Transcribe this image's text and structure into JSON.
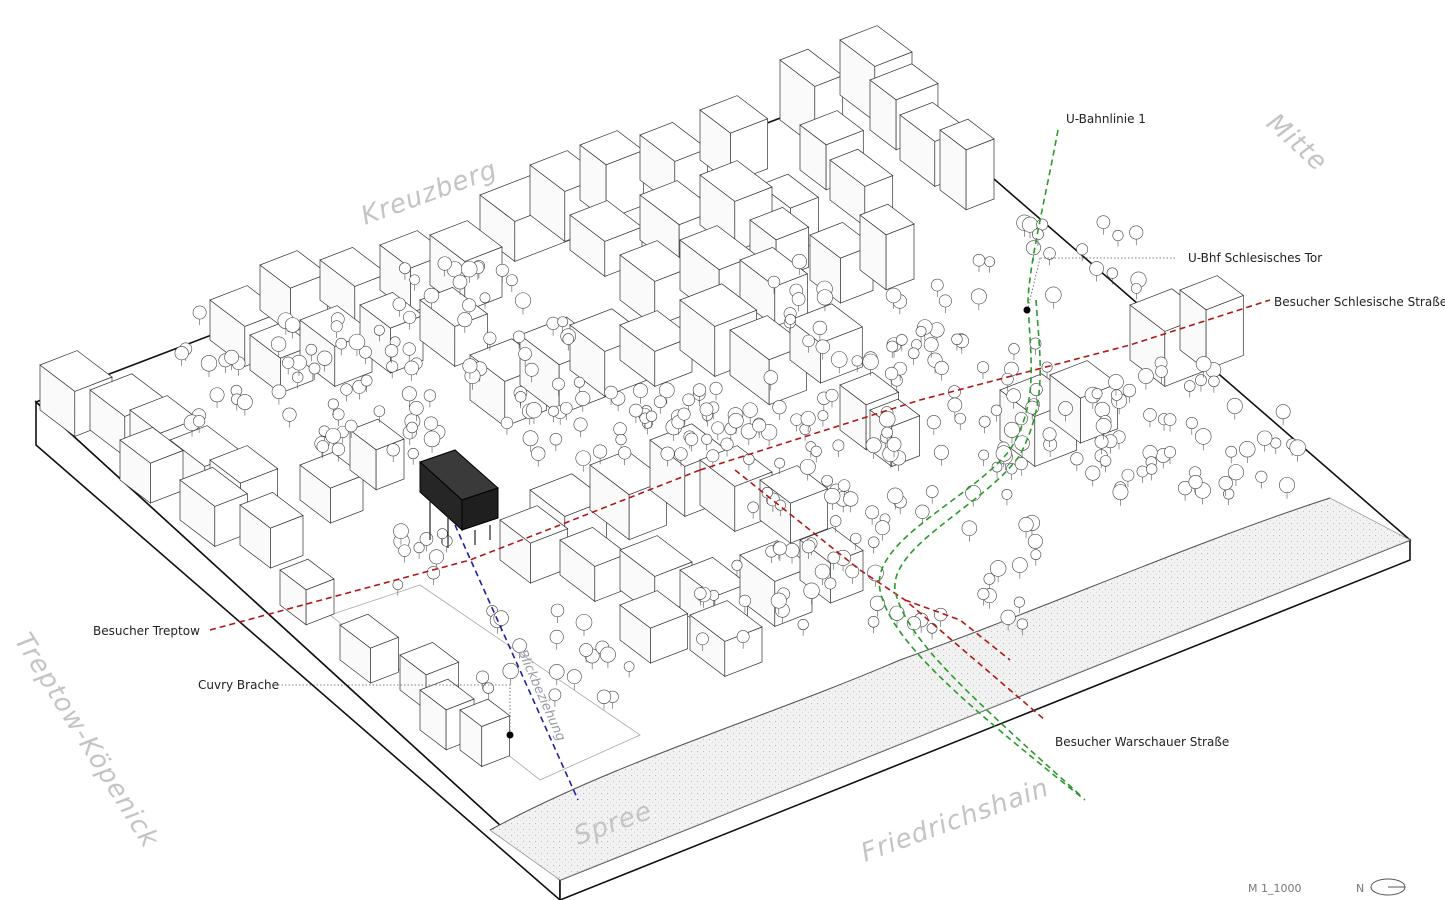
{
  "districts": {
    "kreuzberg": "Kreuzberg",
    "mitte": "Mitte",
    "treptow": "Treptow-Köpenick",
    "friedrichshain": "Friedrichshain",
    "spree": "Spree"
  },
  "annotations": {
    "u_bahn": "U-Bahnlinie 1",
    "u_bhf": "U-Bhf Schlesisches Tor",
    "schlesische": "Besucher Schlesische Straße",
    "treptow": "Besucher Treptow",
    "cuvry": "Cuvry Brache",
    "warschauer": "Besucher Warschauer Straße",
    "blick": "Blickbeziehung"
  },
  "scale": {
    "label": "M 1_1000",
    "north": "N"
  },
  "colors": {
    "visitor_path": "#b01818",
    "u_bahn": "#2a9a2a",
    "view_axis": "#2020a0",
    "highlight_building": "#2b2b2b",
    "river": "#ececec",
    "district_text": "#c4c4c4"
  }
}
